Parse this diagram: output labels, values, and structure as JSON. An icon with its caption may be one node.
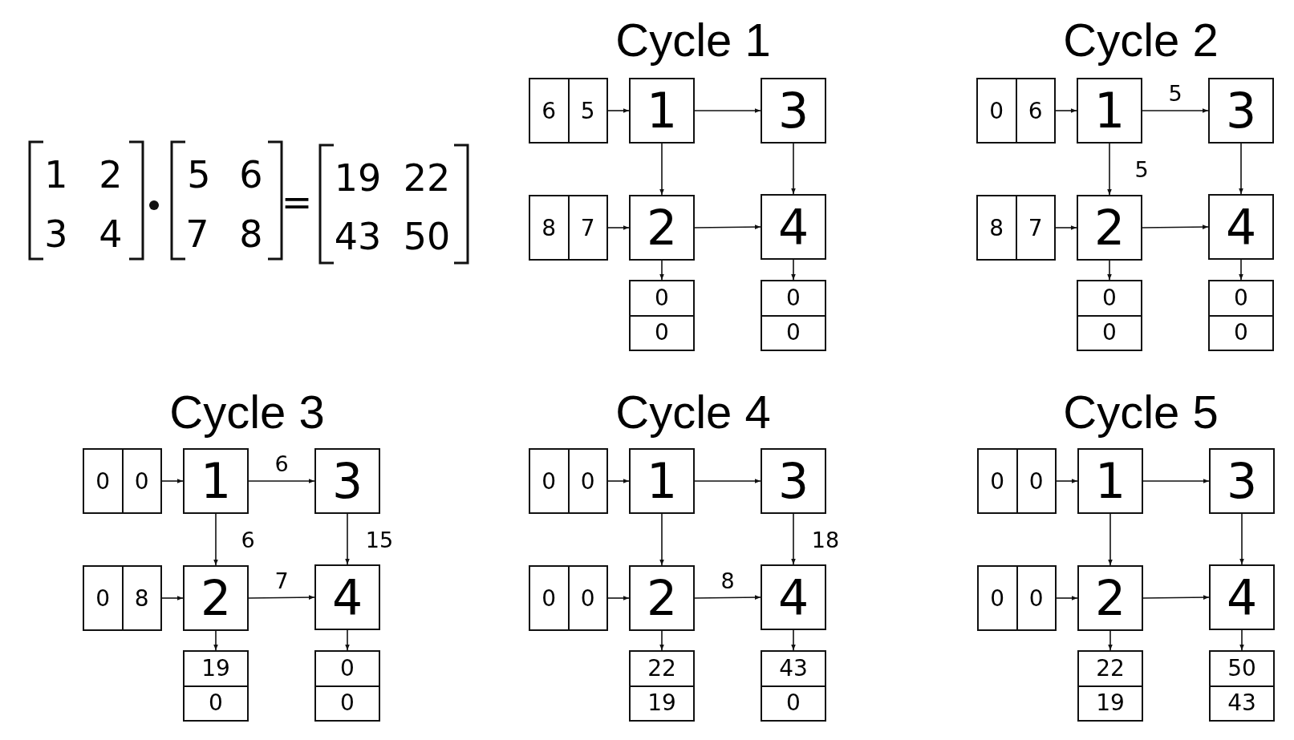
{
  "diagram": {
    "nodes": [
      {
        "text": [
          "6",
          "5"
        ]
      },
      {
        "text": [
          "1"
        ]
      },
      {
        "text": [
          "3"
        ]
      },
      {
        "text": [
          "8",
          "7"
        ]
      },
      {
        "text": [
          "2"
        ]
      },
      {
        "text": [
          "4"
        ]
      },
      {
        "text": [
          "0",
          "0"
        ]
      },
      {
        "text": [
          "0",
          "0"
        ]
      },
      {
        "text": [
          "0",
          "6"
        ]
      },
      {
        "text": [
          "1"
        ]
      },
      {
        "text": [
          "3"
        ]
      },
      {
        "text": [
          "8",
          "7"
        ]
      },
      {
        "text": [
          "2"
        ]
      },
      {
        "text": [
          "4"
        ]
      },
      {
        "text": [
          "0",
          "0"
        ]
      },
      {
        "text": [
          "0",
          "0"
        ]
      },
      {
        "text": [
          "0",
          "0"
        ]
      },
      {
        "text": [
          "1"
        ]
      },
      {
        "text": [
          "3"
        ]
      },
      {
        "text": [
          "0",
          "8"
        ]
      },
      {
        "text": [
          "2"
        ]
      },
      {
        "text": [
          "4"
        ]
      },
      {
        "text": [
          "19",
          "0"
        ]
      },
      {
        "text": [
          "0",
          "0"
        ]
      },
      {
        "text": [
          "0",
          "0"
        ]
      },
      {
        "text": [
          "1"
        ]
      },
      {
        "text": [
          "3"
        ]
      },
      {
        "text": [
          "0",
          "0"
        ]
      },
      {
        "text": [
          "2"
        ]
      },
      {
        "text": [
          "4"
        ]
      },
      {
        "text": [
          "22",
          "19"
        ]
      },
      {
        "text": [
          "43",
          "0"
        ]
      },
      {
        "text": [
          "0",
          "0"
        ]
      },
      {
        "text": [
          "1"
        ]
      },
      {
        "text": [
          "3"
        ]
      },
      {
        "text": [
          "0",
          "0"
        ]
      },
      {
        "text": [
          "2"
        ]
      },
      {
        "text": [
          "4"
        ]
      },
      {
        "text": [
          "22",
          "19"
        ]
      },
      {
        "text": [
          "50",
          "43"
        ]
      }
    ],
    "edges": [
      {
        "from": 0,
        "to": 1,
        "arrow": "to"
      },
      {
        "from": 3,
        "to": 4,
        "arrow": "to"
      },
      {
        "from": 1,
        "to": 2,
        "arrow": "to"
      },
      {
        "from": 1,
        "to": 4,
        "arrow": "to"
      },
      {
        "from": 2,
        "to": 5,
        "arrow": "to"
      },
      {
        "from": 4,
        "to": 5,
        "arrow": "to"
      },
      {
        "from": 4,
        "to": 6,
        "arrow": "to"
      },
      {
        "from": 5,
        "to": 7,
        "arrow": "to"
      },
      {
        "from": 8,
        "to": 9,
        "arrow": "to"
      },
      {
        "from": 11,
        "to": 12,
        "arrow": "to"
      },
      {
        "from": 9,
        "to": 10,
        "arrow": "to",
        "label": "5"
      },
      {
        "from": 9,
        "to": 12,
        "arrow": "to",
        "label": "5"
      },
      {
        "from": 10,
        "to": 13,
        "arrow": "to"
      },
      {
        "from": 12,
        "to": 13,
        "arrow": "to"
      },
      {
        "from": 12,
        "to": 14,
        "arrow": "to"
      },
      {
        "from": 13,
        "to": 15,
        "arrow": "to"
      },
      {
        "from": 16,
        "to": 17,
        "arrow": "to"
      },
      {
        "from": 19,
        "to": 20,
        "arrow": "to"
      },
      {
        "from": 17,
        "to": 18,
        "arrow": "to",
        "label": "6"
      },
      {
        "from": 17,
        "to": 20,
        "arrow": "to",
        "label": "6"
      },
      {
        "from": 18,
        "to": 21,
        "arrow": "to",
        "label": "15"
      },
      {
        "from": 20,
        "to": 21,
        "arrow": "to",
        "label": "7"
      },
      {
        "from": 20,
        "to": 22,
        "arrow": "to"
      },
      {
        "from": 21,
        "to": 23,
        "arrow": "to"
      },
      {
        "from": 24,
        "to": 25,
        "arrow": "to"
      },
      {
        "from": 27,
        "to": 28,
        "arrow": "to"
      },
      {
        "from": 25,
        "to": 26,
        "arrow": "to"
      },
      {
        "from": 25,
        "to": 28,
        "arrow": "to"
      },
      {
        "from": 26,
        "to": 29,
        "arrow": "to",
        "label": "18"
      },
      {
        "from": 28,
        "to": 29,
        "arrow": "to",
        "label": "8"
      },
      {
        "from": 28,
        "to": 30,
        "arrow": "to"
      },
      {
        "from": 29,
        "to": 31,
        "arrow": "to"
      },
      {
        "from": 32,
        "to": 33,
        "arrow": "to"
      },
      {
        "from": 35,
        "to": 36,
        "arrow": "to"
      },
      {
        "from": 33,
        "to": 34,
        "arrow": "to"
      },
      {
        "from": 33,
        "to": 36,
        "arrow": "to"
      },
      {
        "from": 34,
        "to": 37,
        "arrow": "to"
      },
      {
        "from": 36,
        "to": 37,
        "arrow": "to"
      },
      {
        "from": 36,
        "to": 38,
        "arrow": "to"
      },
      {
        "from": 37,
        "to": 39,
        "arrow": "to"
      }
    ],
    "labels": [
      "Cycle 1",
      "Cycle 2",
      "1",
      "2",
      "5",
      "6",
      "=",
      "19",
      "22",
      "3",
      "4",
      "7",
      "8",
      "43",
      "50",
      "Cycle 3",
      "Cycle 4",
      "Cycle 5"
    ]
  }
}
